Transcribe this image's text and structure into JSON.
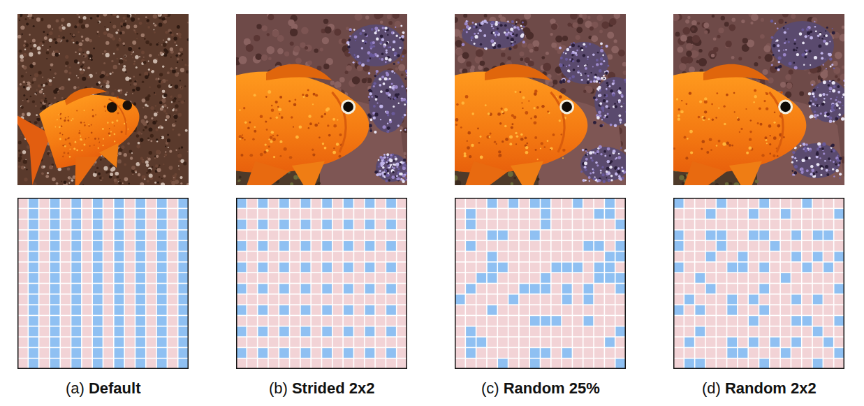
{
  "diagram": {
    "labels": [
      "(a)",
      "Default",
      "(b)",
      "Strided 2x2",
      "(c)",
      "Random 25%",
      "(d)",
      "Random 2x2"
    ]
  }
}
